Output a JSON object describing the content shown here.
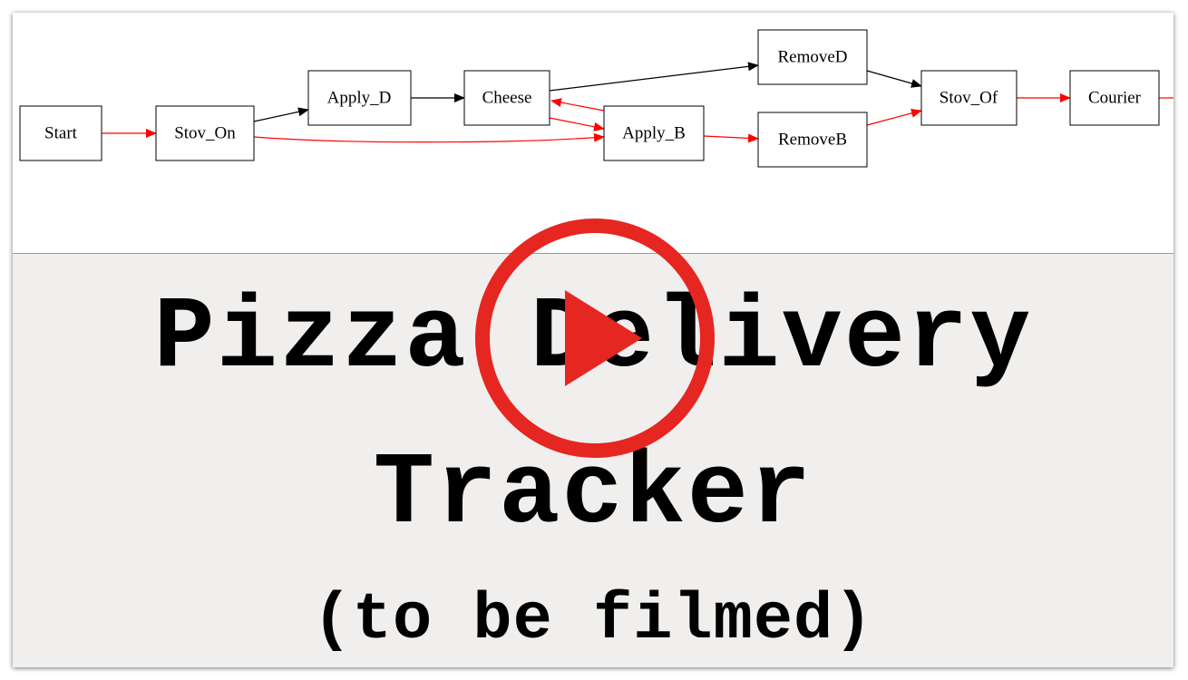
{
  "diagram": {
    "nodes": [
      {
        "id": "start",
        "label": "Start"
      },
      {
        "id": "stov_on",
        "label": "Stov_On"
      },
      {
        "id": "apply_d",
        "label": "Apply_D"
      },
      {
        "id": "cheese",
        "label": "Cheese"
      },
      {
        "id": "apply_b",
        "label": "Apply_B"
      },
      {
        "id": "removed",
        "label": "RemoveD"
      },
      {
        "id": "removeb",
        "label": "RemoveB"
      },
      {
        "id": "stov_of",
        "label": "Stov_Of"
      },
      {
        "id": "courier",
        "label": "Courier"
      }
    ],
    "edges": [
      {
        "from": "start",
        "to": "stov_on",
        "color": "#ff0000"
      },
      {
        "from": "stov_on",
        "to": "apply_d",
        "color": "#000000"
      },
      {
        "from": "stov_on",
        "to": "apply_b",
        "color": "#ff0000"
      },
      {
        "from": "apply_d",
        "to": "cheese",
        "color": "#000000"
      },
      {
        "from": "cheese",
        "to": "removed",
        "color": "#000000"
      },
      {
        "from": "cheese",
        "to": "apply_b",
        "color": "#ff0000"
      },
      {
        "from": "apply_b",
        "to": "cheese",
        "color": "#ff0000"
      },
      {
        "from": "apply_b",
        "to": "removeb",
        "color": "#ff0000"
      },
      {
        "from": "removed",
        "to": "stov_of",
        "color": "#000000"
      },
      {
        "from": "removeb",
        "to": "stov_of",
        "color": "#ff0000"
      },
      {
        "from": "stov_of",
        "to": "courier",
        "color": "#ff0000"
      },
      {
        "from": "courier",
        "to": "",
        "color": "#ff0000"
      }
    ]
  },
  "title": {
    "line1": "Pizza Delivery",
    "line2": "Tracker",
    "subtitle": "(to be filmed)"
  },
  "play_button": {
    "icon": "play-icon",
    "color": "#e62621"
  }
}
